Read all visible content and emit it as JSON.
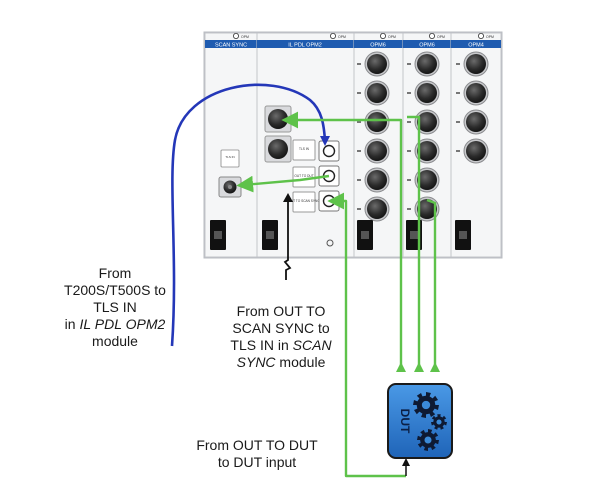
{
  "modules": [
    {
      "id": "scan_sync",
      "title": "SCAN SYNC",
      "badge_text": "OPM",
      "status_text": "TLS IN"
    },
    {
      "id": "il_pdl",
      "title": "IL PDL OPM2",
      "badge_text": "OPM",
      "labels": [
        "TLS IN",
        "OUT TO DUT",
        "OUT TO SCAN SYNC"
      ]
    },
    {
      "id": "opm6_a",
      "title": "OPM6",
      "badge_text": "OPM"
    },
    {
      "id": "opm6_b",
      "title": "OPM6",
      "badge_text": "OPM"
    },
    {
      "id": "opm4",
      "title": "OPM4",
      "badge_text": "OPM"
    }
  ],
  "dut": {
    "label": "DUT"
  },
  "colors": {
    "fiber_green": "#5ec24a",
    "fiber_blue": "#2437b8",
    "dut_fill": "#2f7fd0",
    "module_header": "#1e5bb0",
    "callout_line": "#111111"
  },
  "captions": {
    "left": {
      "line1": "From",
      "line2": "T200S/T500S to",
      "line3": "TLS IN",
      "line4_prefix": "in ",
      "line4_italic": "IL PDL OPM2",
      "line5": "module"
    },
    "middle": {
      "line1": "From OUT TO",
      "line2": "SCAN SYNC to",
      "line3_prefix": "TLS IN in ",
      "line3_italic": "SCAN",
      "line4_italic": "SYNC",
      "line4_suffix": " module"
    },
    "bottom": {
      "line1": "From OUT TO DUT",
      "line2": "to DUT input"
    }
  }
}
